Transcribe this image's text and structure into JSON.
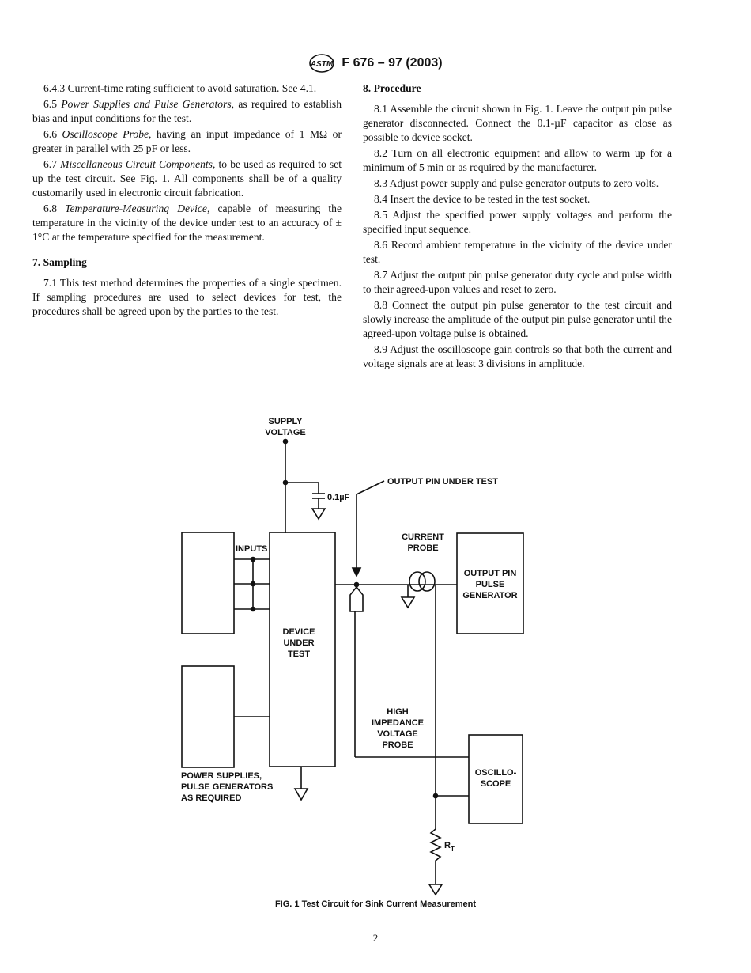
{
  "header": {
    "designation": "F 676 – 97 (2003)"
  },
  "left_column": {
    "p1": "6.4.3 Current-time rating sufficient to avoid saturation. See 4.1.",
    "p2": {
      "num": "6.5",
      "term": "Power Supplies and Pulse Generators",
      "rest": ", as required to establish bias and input conditions for the test."
    },
    "p3": {
      "num": "6.6",
      "term": "Oscilloscope Probe",
      "rest": ", having an input impedance of 1 MΩ or greater in parallel with 25 pF or less."
    },
    "p4": {
      "num": "6.7",
      "term": "Miscellaneous Circuit Components",
      "rest": ", to be used as required to set up the test circuit. See Fig. 1. All components shall be of a quality customarily used in electronic circuit fabrication."
    },
    "p5": {
      "num": "6.8",
      "term": "Temperature-Measuring Device",
      "rest": ", capable of measuring the temperature in the vicinity of the device under test to an accuracy of ± 1°C at the temperature specified for the measurement."
    },
    "section7_title": "7. Sampling",
    "p6": "7.1 This test method determines the properties of a single specimen. If sampling procedures are used to select devices for test, the procedures shall be agreed upon by the parties to the test."
  },
  "right_column": {
    "section8_title": "8. Procedure",
    "items": [
      "8.1 Assemble the circuit shown in Fig. 1. Leave the output pin pulse generator disconnected. Connect the 0.1-µF capacitor as close as possible to device socket.",
      "8.2 Turn on all electronic equipment and allow to warm up for a minimum of 5 min or as required by the manufacturer.",
      "8.3 Adjust power supply and pulse generator outputs to zero volts.",
      "8.4 Insert the device to be tested in the test socket.",
      "8.5 Adjust the specified power supply voltages and perform the specified input sequence.",
      "8.6 Record ambient temperature in the vicinity of the device under test.",
      "8.7 Adjust the output pin pulse generator duty cycle and pulse width to their agreed-upon values and reset to zero.",
      "8.8 Connect the output pin pulse generator to the test circuit and slowly increase the amplitude of the output pin pulse generator until the agreed-upon voltage pulse is obtained.",
      "8.9 Adjust the oscilloscope gain controls so that both the current and voltage signals are at least 3 divisions in amplitude."
    ]
  },
  "figure": {
    "supply_voltage_1": "SUPPLY",
    "supply_voltage_2": "VOLTAGE",
    "capacitor": "0.1µF",
    "output_pin_under_test": "OUTPUT PIN UNDER TEST",
    "inputs": "INPUTS",
    "current_probe_1": "CURRENT",
    "current_probe_2": "PROBE",
    "output_gen_1": "OUTPUT PIN",
    "output_gen_2": "PULSE",
    "output_gen_3": "GENERATOR",
    "dut_1": "DEVICE",
    "dut_2": "UNDER",
    "dut_3": "TEST",
    "hiv_1": "HIGH",
    "hiv_2": "IMPEDANCE",
    "hiv_3": "VOLTAGE",
    "hiv_4": "PROBE",
    "scope_1": "OSCILLO-",
    "scope_2": "SCOPE",
    "ps_1": "POWER SUPPLIES,",
    "ps_2": "PULSE GENERATORS",
    "ps_3": "AS REQUIRED",
    "resistor": "R",
    "resistor_sub": "T",
    "caption": "FIG. 1 Test Circuit for Sink Current Measurement"
  },
  "page_number": "2"
}
